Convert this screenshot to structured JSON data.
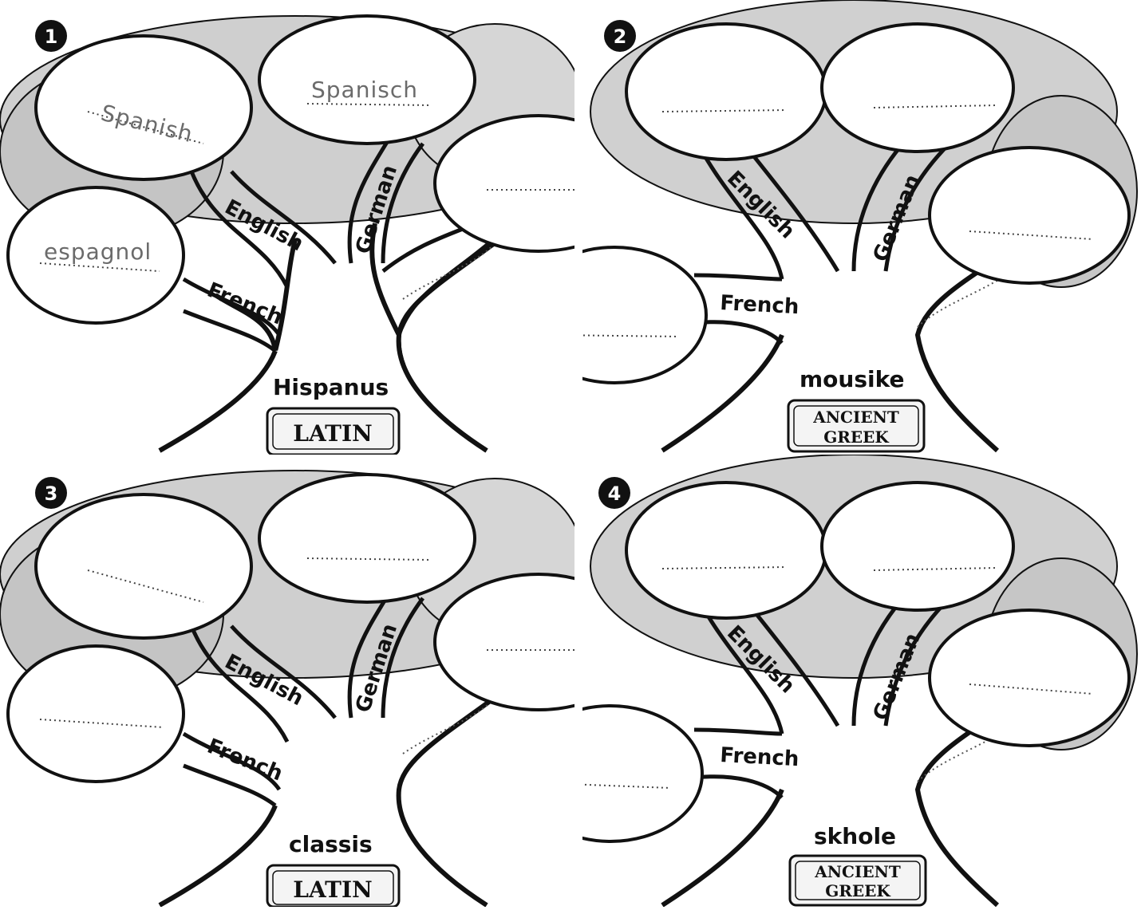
{
  "trees": [
    {
      "number": "1",
      "root_word": "Hispanus",
      "root_language": "LATIN",
      "root_language_lines": [
        "LATIN"
      ],
      "branches": {
        "english": "English",
        "german": "German",
        "french": "French"
      },
      "answers": {
        "english": "Spanish",
        "german": "Spanisch",
        "french": "espagnol"
      }
    },
    {
      "number": "2",
      "root_word": "mousike",
      "root_language": "ANCIENT GREEK",
      "root_language_lines": [
        "ANCIENT",
        "GREEK"
      ],
      "branches": {
        "english": "English",
        "german": "German",
        "french": "French"
      },
      "answers": {
        "english": "",
        "german": "",
        "french": ""
      }
    },
    {
      "number": "3",
      "root_word": "classis",
      "root_language": "LATIN",
      "root_language_lines": [
        "LATIN"
      ],
      "branches": {
        "english": "English",
        "german": "German",
        "french": "French"
      },
      "answers": {
        "english": "",
        "german": "",
        "french": ""
      }
    },
    {
      "number": "4",
      "root_word": "skhole",
      "root_language": "ANCIENT GREEK",
      "root_language_lines": [
        "ANCIENT",
        "GREEK"
      ],
      "branches": {
        "english": "English",
        "german": "German",
        "french": "French"
      },
      "answers": {
        "english": "",
        "german": "",
        "french": ""
      }
    }
  ],
  "colors": {
    "ink": "#111111",
    "foliage_back": "#c9c9c9",
    "foliage_front": "#ffffff",
    "handwriting": "#6b6b6b"
  }
}
